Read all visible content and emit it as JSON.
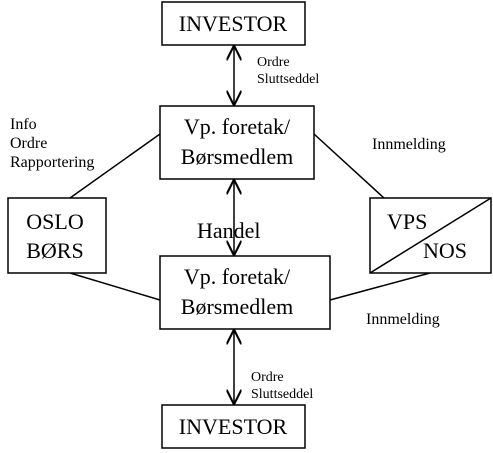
{
  "nodes": {
    "investor_top": {
      "label": "INVESTOR"
    },
    "broker_top": {
      "line1": "Vp. foretak/",
      "line2": "Børsmedlem"
    },
    "oslo_bors": {
      "line1": "OSLO",
      "line2": "BØRS"
    },
    "vps_nos": {
      "line1": "VPS",
      "line2": "NOS"
    },
    "broker_bottom": {
      "line1": "Vp. foretak/",
      "line2": "Børsmedlem"
    },
    "investor_bottom": {
      "label": "INVESTOR"
    }
  },
  "edge_labels": {
    "top_arrow": {
      "line1": "Ordre",
      "line2": "Sluttseddel"
    },
    "bottom_arrow": {
      "line1": "Ordre",
      "line2": "Sluttseddel"
    },
    "middle_arrow": "Handel",
    "oslo_link": {
      "line1": "Info",
      "line2": "Ordre",
      "line3": "Rapportering"
    },
    "vps_link_top": "Innmelding",
    "vps_link_bottom": "Innmelding"
  }
}
